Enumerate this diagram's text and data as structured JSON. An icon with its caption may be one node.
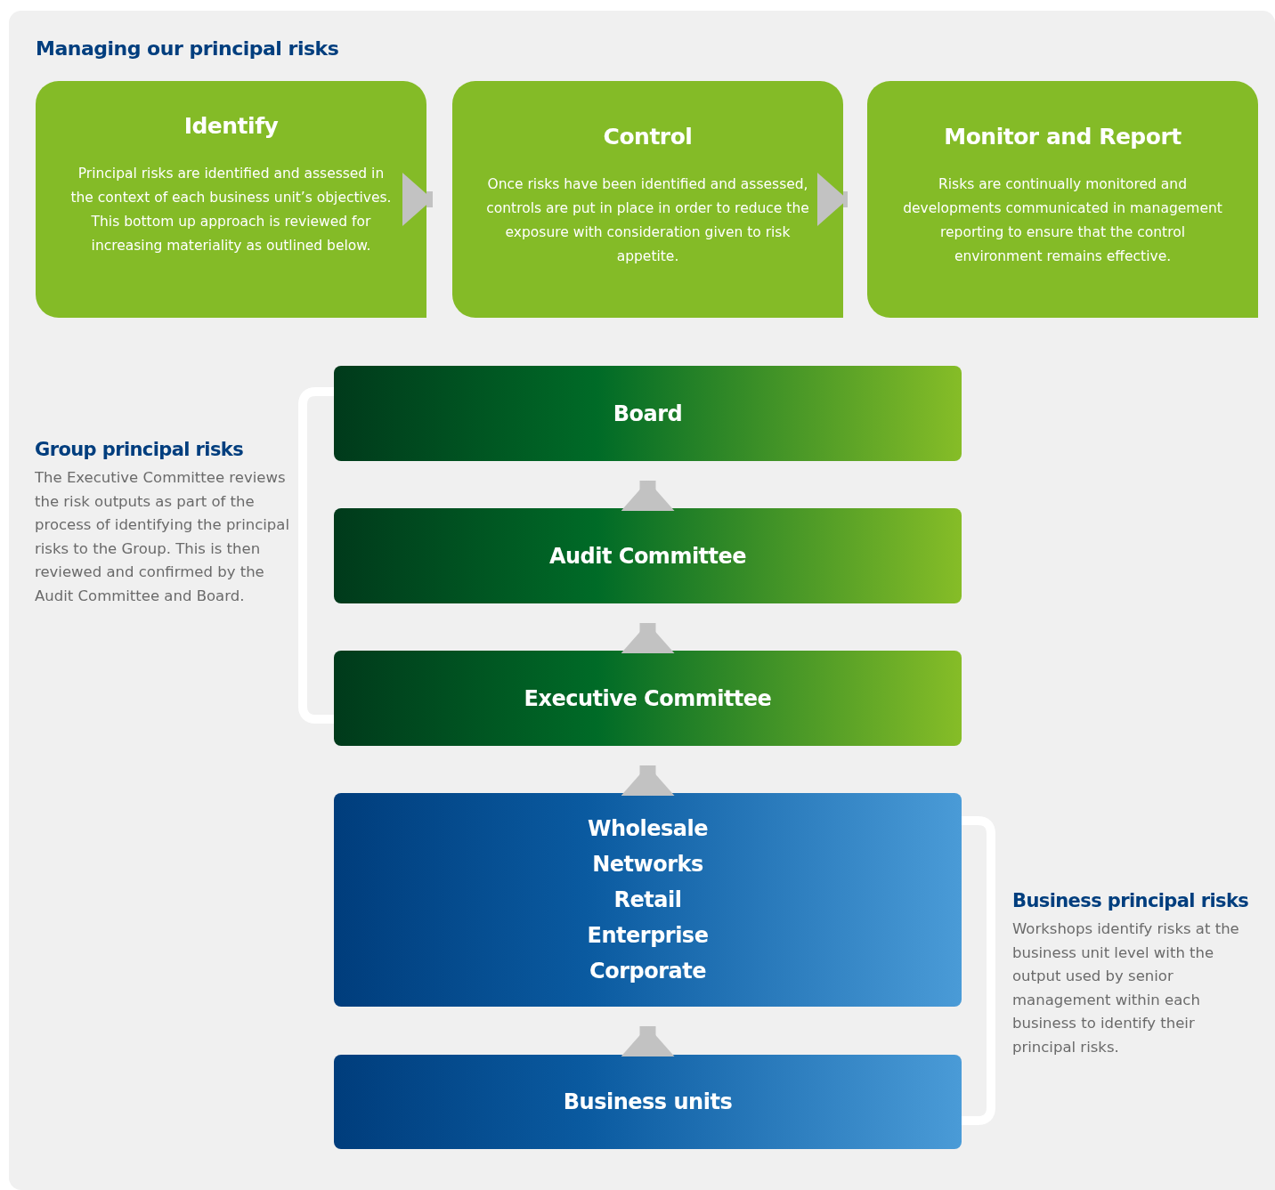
{
  "diagram": {
    "title": "Managing our principal risks",
    "nodes": [
      {
        "text": [
          "Identify",
          "Principal risks are identified and assessed in the context of each business unit’s objectives. This bottom up approach is reviewed for increasing materiality as outlined below."
        ]
      },
      {
        "text": [
          "Control",
          "Once risks have been identified and assessed, controls are put in place in order to reduce the exposure with consideration given to risk appetite."
        ]
      },
      {
        "text": [
          "Monitor and Report",
          "Risks are continually monitored and developments communicated in management reporting to ensure that the control environment remains effective."
        ]
      },
      {
        "text": [
          "Board"
        ]
      },
      {
        "text": [
          "Audit Committee"
        ]
      },
      {
        "text": [
          "Executive Committee"
        ]
      },
      {
        "text": [
          "Wholesale",
          "Networks",
          "Retail",
          "Enterprise",
          "Corporate"
        ]
      },
      {
        "text": [
          "Business units"
        ]
      }
    ],
    "edges": [
      {
        "from": 0,
        "to": 1,
        "arrow": "to"
      },
      {
        "from": 1,
        "to": 2,
        "arrow": "to"
      },
      {
        "from": 7,
        "to": 6,
        "arrow": "to"
      },
      {
        "from": 6,
        "to": 5,
        "arrow": "to"
      },
      {
        "from": 5,
        "to": 4,
        "arrow": "to"
      },
      {
        "from": 4,
        "to": 3,
        "arrow": "to"
      }
    ],
    "labels": [
      "Group principal risks",
      "The Executive Committee reviews the risk outputs as part of the process of identifying the principal risks to the Group. This is then reviewed and confirmed by the Audit Committee and Board.",
      "Business principal risks",
      "Workshops identify risks at the business unit level with the output used by senior management within each business to identify their principal risks."
    ]
  }
}
